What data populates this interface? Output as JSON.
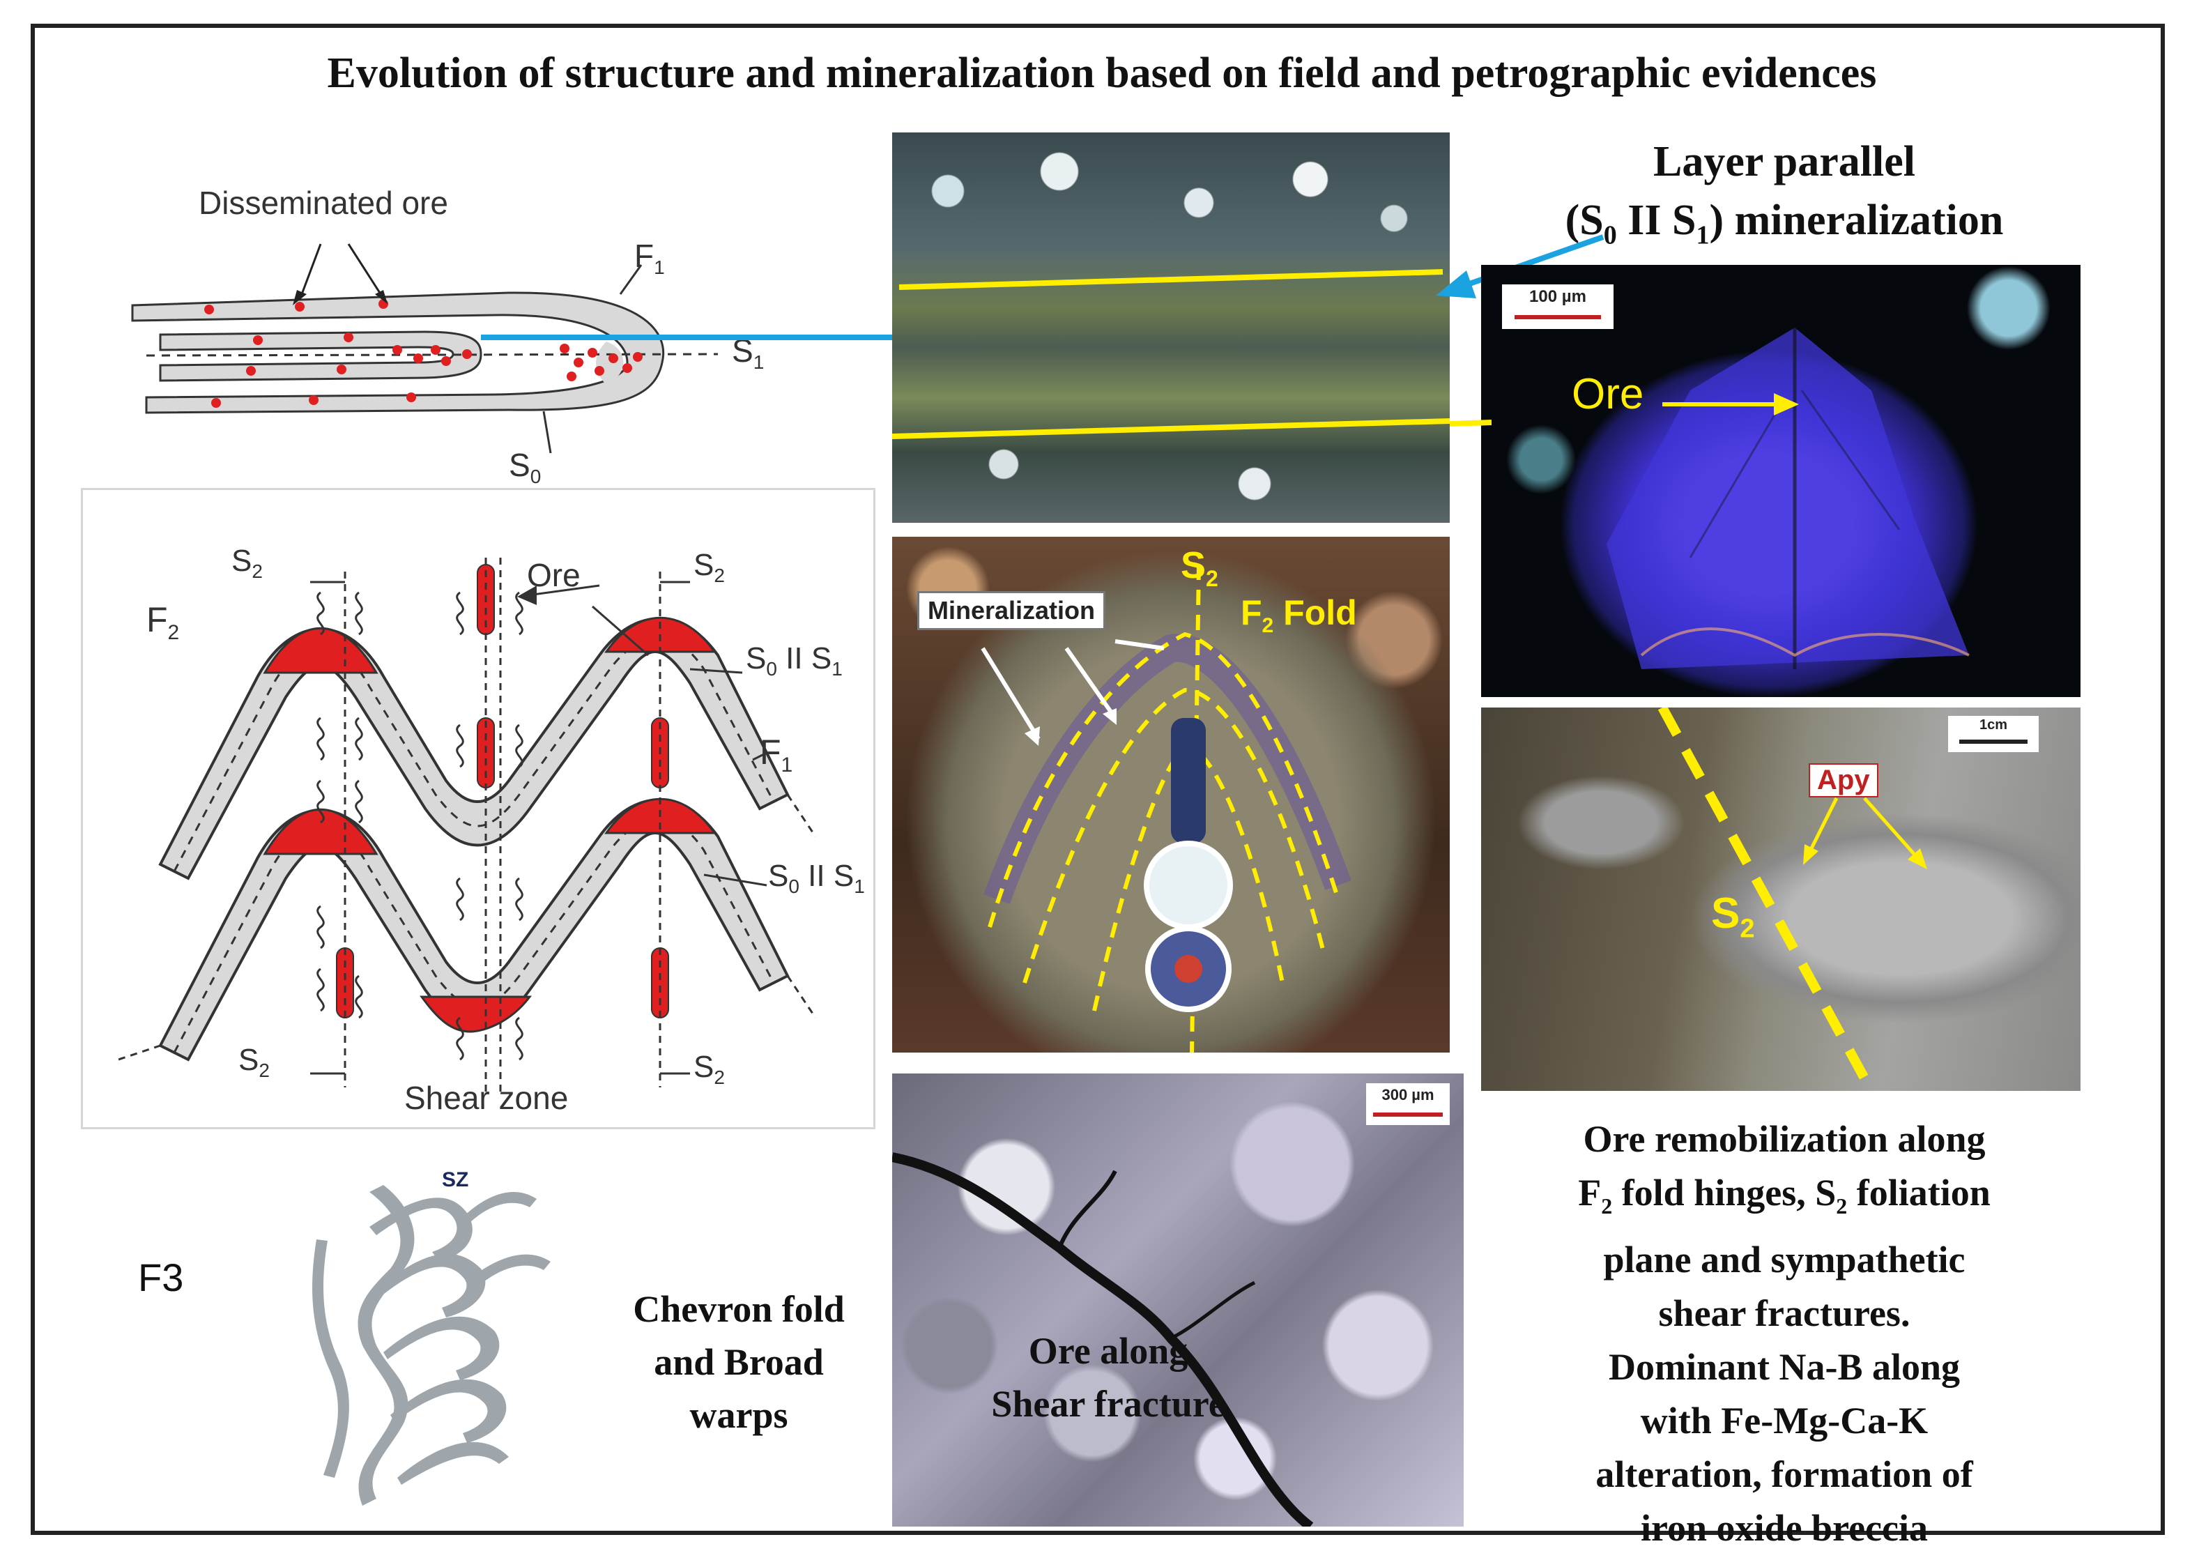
{
  "title": "Evolution of structure and mineralization based on field and petrographic evidences",
  "layer_parallel": {
    "line1": "Layer parallel",
    "line2_open": "(S",
    "sub0": "0",
    "mid": " II S",
    "sub1": "1",
    "line2_close": ") mineralization"
  },
  "f1_diagram": {
    "disseminated_ore": "Disseminated ore",
    "f1": "F",
    "f1_sub": "1",
    "s1": "S",
    "s1_sub": "1",
    "s0": "S",
    "s0_sub": "0"
  },
  "f2_diagram": {
    "f2": "F",
    "f2_sub": "2",
    "f1": "F",
    "f1_sub": "1",
    "ore": "Ore",
    "s2": "S",
    "s2_sub": "2",
    "s0s1": "S",
    "s0s1_sub0": "0",
    "s0s1_mid": " II S",
    "s0s1_sub1": "1",
    "shear_zone": "Shear zone"
  },
  "photo_thin_top": {},
  "photo_ore": {
    "scale": "100 µm",
    "ore": "Ore"
  },
  "photo_outcrop": {
    "mineralization": "Mineralization",
    "s2": "S",
    "s2_sub": "2",
    "f2_fold": "F",
    "f2_fold_sub": "2",
    "f2_fold_rest": " Fold"
  },
  "photo_apy": {
    "scale": "1cm",
    "apy": "Apy",
    "s2": "S",
    "s2_sub": "2"
  },
  "photo_shear": {
    "scale": "300 µm",
    "line1": "Ore along",
    "line2": "Shear fracture"
  },
  "f3": {
    "label": "F3",
    "sz": "SZ",
    "text1": "Chevron fold",
    "text2": "and Broad",
    "text3": "warps"
  },
  "remob_text": {
    "l1": "Ore remobilization along",
    "l2a": "F",
    "l2sub": "2",
    "l2b": " fold hinges, S",
    "l2sub2": "2",
    "l2c": " foliation",
    "l3": "plane and sympathetic",
    "l4": "shear fractures.",
    "l5": "Dominant Na-B along",
    "l6": "with Fe-Mg-Ca-K",
    "l7": "alteration, formation of",
    "l8": "iron oxide breccia"
  },
  "colors": {
    "ore_red": "#e02020",
    "fold_grey": "#d9d9d9",
    "arrow_blue": "#1aa3e0",
    "yellow": "#ffee00"
  }
}
